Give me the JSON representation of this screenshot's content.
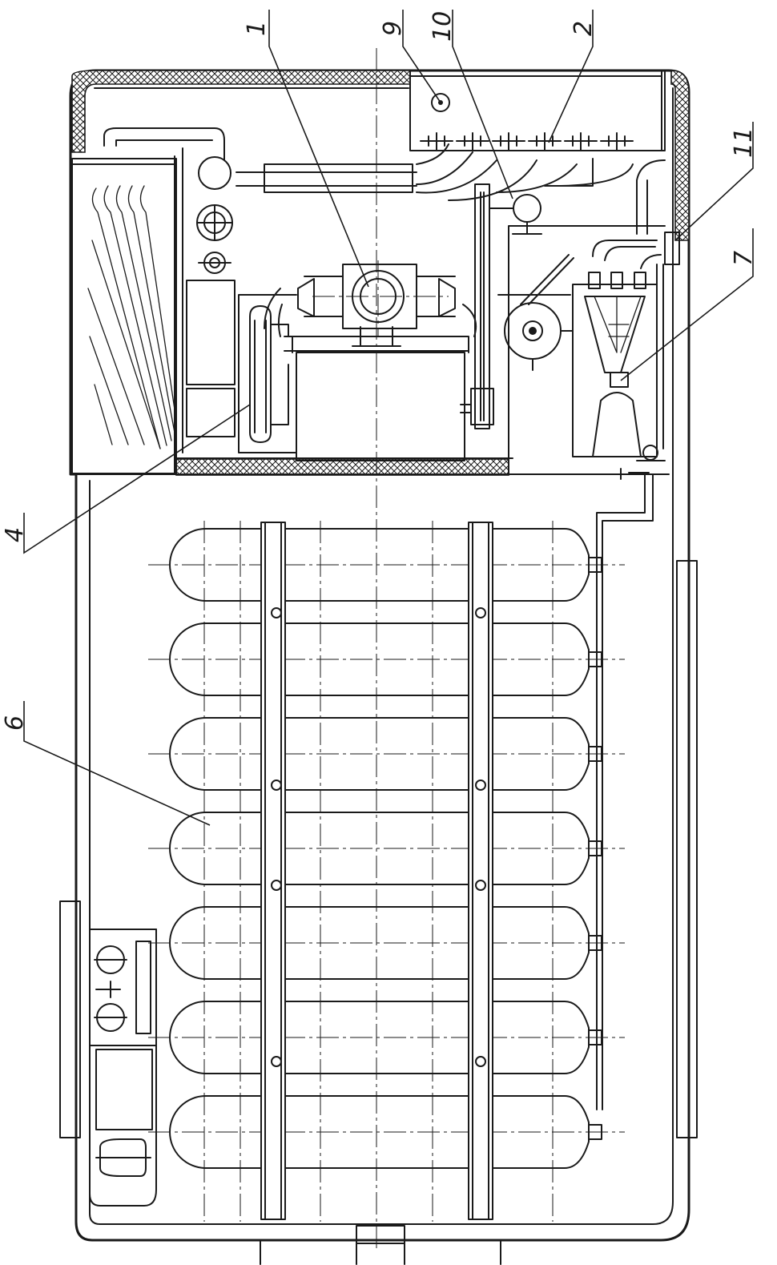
{
  "callouts": [
    {
      "id": "1",
      "label": "1"
    },
    {
      "id": "2",
      "label": "2"
    },
    {
      "id": "4",
      "label": "4"
    },
    {
      "id": "6",
      "label": "6"
    },
    {
      "id": "7",
      "label": "7"
    },
    {
      "id": "9",
      "label": "9"
    },
    {
      "id": "10",
      "label": "10"
    },
    {
      "id": "11",
      "label": "11"
    }
  ],
  "cylinder_count": 7,
  "colors": {
    "ink": "#1a1a1a",
    "paper": "#ffffff"
  }
}
